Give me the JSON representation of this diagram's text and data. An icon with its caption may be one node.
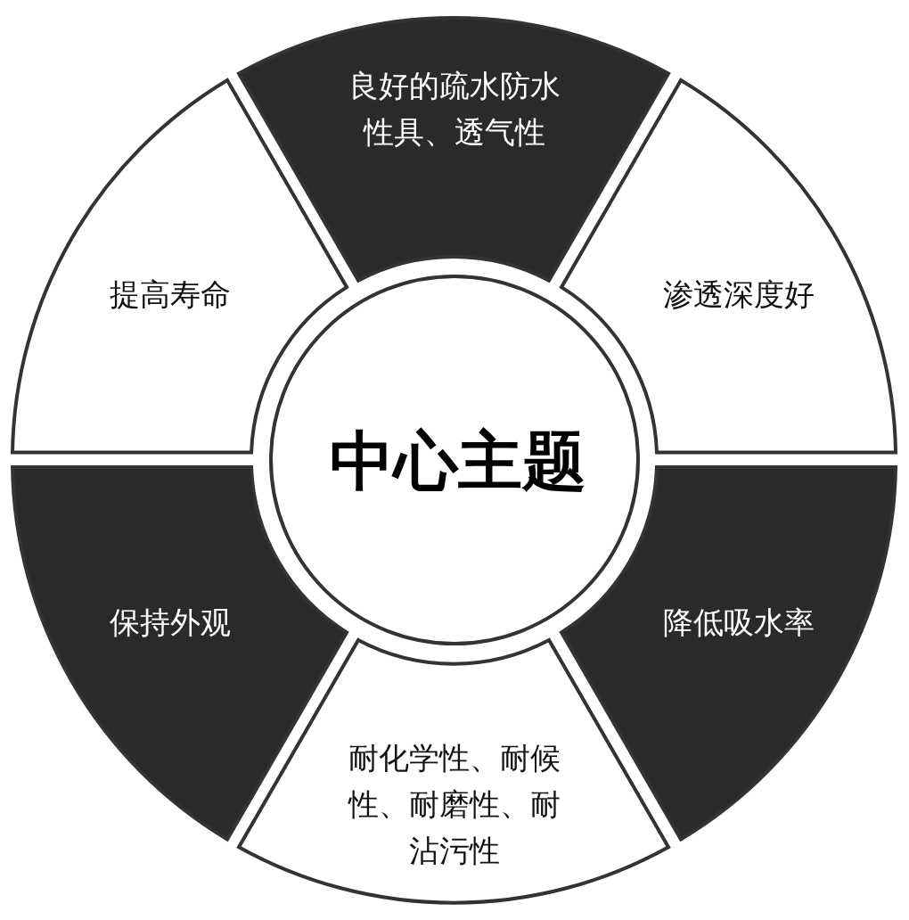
{
  "diagram": {
    "nodes": [
      {
        "text": [
          "良好的疏水防水性具、透气性"
        ]
      },
      {
        "text": [
          "提高寿命"
        ]
      },
      {
        "text": [
          "渗透深度好"
        ]
      },
      {
        "text": [
          "中心主题"
        ]
      },
      {
        "text": [
          "保持外观"
        ]
      },
      {
        "text": [
          "降低吸水率"
        ]
      },
      {
        "text": [
          "耐化学性、耐候性、耐磨性、耐沾污性"
        ]
      }
    ],
    "edges": []
  }
}
